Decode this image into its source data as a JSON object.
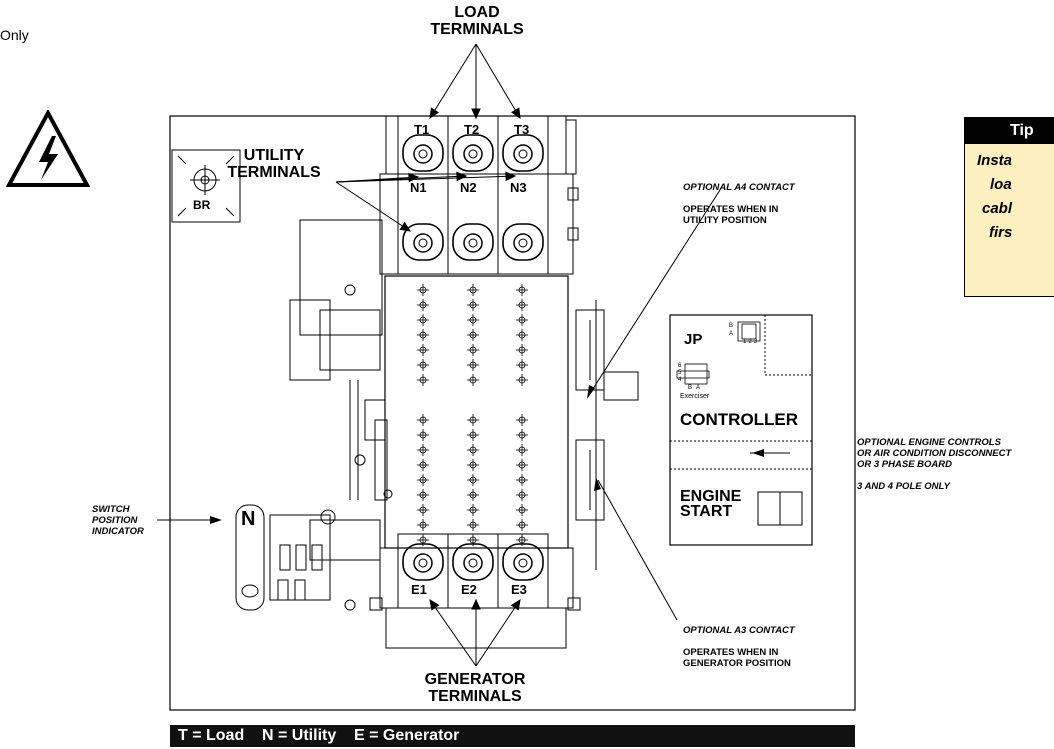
{
  "corner_fragment": "Only",
  "load_title": [
    "LOAD",
    "TERMINALS"
  ],
  "utility_title": [
    "UTILITY",
    "TERMINALS"
  ],
  "generator_title": [
    "GENERATOR",
    "TERMINALS"
  ],
  "load_terminals": [
    "T1",
    "T2",
    "T3"
  ],
  "utility_terminals": [
    "N1",
    "N2",
    "N3"
  ],
  "generator_terminals": [
    "E1",
    "E2",
    "E3"
  ],
  "br_label": "BR",
  "indicator_letter": "N",
  "controller": {
    "jp": "JP",
    "jp_cols": [
      "1",
      "2",
      "3"
    ],
    "jp_rows": [
      "A",
      "B"
    ],
    "exerciser_rows": [
      "6",
      "5",
      "4"
    ],
    "exerciser_cols": [
      "B",
      "A"
    ],
    "exerciser": "Exerciser",
    "title": "CONTROLLER",
    "engine_start": [
      "ENGINE",
      "START"
    ]
  },
  "callouts": {
    "a4": [
      "OPTIONAL A4 CONTACT",
      "",
      "OPERATES WHEN IN",
      "UTILITY POSITION"
    ],
    "a3": [
      "OPTIONAL A3 CONTACT",
      "",
      "OPERATES WHEN IN",
      "GENERATOR POSITION"
    ],
    "engine": [
      "OPTIONAL ENGINE CONTROLS",
      "OR AIR CONDITION DISCONNECT",
      "OR 3 PHASE BOARD",
      "",
      "3 AND 4 POLE ONLY"
    ],
    "switch": [
      "SWITCH",
      "POSITION",
      "INDICATOR"
    ]
  },
  "tip": {
    "head": "Tip",
    "lines": [
      "Insta",
      "loa",
      "cabl",
      "firs"
    ]
  },
  "legend": "T = Load    N = Utility    E = Generator"
}
